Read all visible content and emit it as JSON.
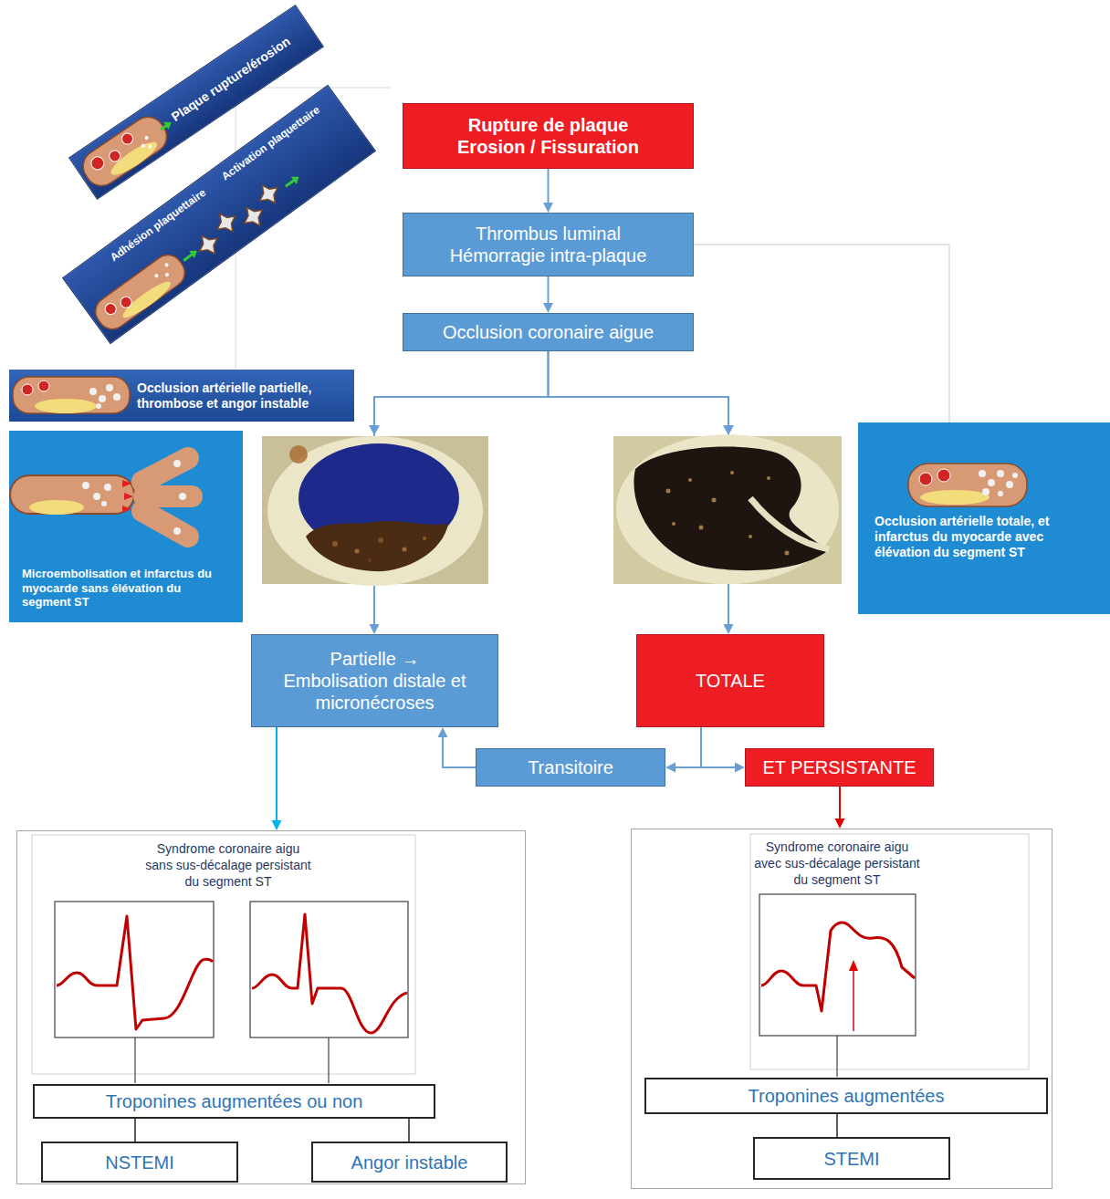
{
  "diagram": {
    "nodes": [
      {
        "text": [
          "Plaque rupture/érosion"
        ]
      },
      {
        "text": [
          "Adhésion plaquettaire",
          "Activation plaquettaire"
        ]
      },
      {
        "text": [
          "Rupture de plaque Erosion / Fissuration"
        ]
      },
      {
        "text": [
          "Thrombus luminal Hémorragie intra-plaque"
        ]
      },
      {
        "text": [
          "Occlusion coronaire aigue"
        ]
      },
      {
        "text": [
          "Occlusion artérielle partielle, thrombose et angor instable"
        ]
      },
      {
        "text": [
          "Microembolisation et infarctus du myocarde sans élévation du segment ST"
        ]
      },
      {
        "text": [
          "Occlusion artérielle totale, et infarctus du myocarde avec élévation du segment ST"
        ]
      },
      {
        "text": [
          "Partielle → Embolisation distale et micronécroses"
        ]
      },
      {
        "text": [
          "TOTALE"
        ]
      },
      {
        "text": [
          "Transitoire"
        ]
      },
      {
        "text": [
          "ET PERSISTANTE"
        ]
      },
      {
        "text": [
          "Syndrome coronaire aigu sans sus-décalage persistant du segment ST"
        ]
      },
      {
        "text": [
          "Troponines augmentées ou non"
        ],
        "in": 12
      },
      {
        "text": [
          "NSTEMI"
        ],
        "in": 12
      },
      {
        "text": [
          "Angor instable"
        ],
        "in": 12
      },
      {
        "text": [
          "Syndrome coronaire aigu avec sus-décalage persistant du segment ST"
        ]
      },
      {
        "text": [
          "Troponines augmentées"
        ],
        "in": 16
      },
      {
        "text": [
          "STEMI"
        ],
        "in": 16
      }
    ],
    "edges": [
      {
        "from": 2,
        "to": 3,
        "arrow": "to"
      },
      {
        "from": 3,
        "to": 4,
        "arrow": "to"
      },
      {
        "from": 4,
        "to": 8,
        "arrow": "to"
      },
      {
        "from": 4,
        "to": 9,
        "arrow": "to"
      },
      {
        "from": 9,
        "to": 10,
        "arrow": "to"
      },
      {
        "from": 9,
        "to": 11,
        "arrow": "to"
      },
      {
        "from": 10,
        "to": 8,
        "arrow": "to"
      },
      {
        "from": 8,
        "to": 12,
        "arrow": "to"
      },
      {
        "from": 11,
        "to": 16,
        "arrow": "to"
      },
      {
        "from": 13,
        "to": 14,
        "arrow": "none"
      },
      {
        "from": 13,
        "to": 15,
        "arrow": "none"
      },
      {
        "from": 17,
        "to": 18,
        "arrow": "none"
      },
      {
        "from": 3,
        "to": 7,
        "arrow": "none"
      }
    ]
  }
}
